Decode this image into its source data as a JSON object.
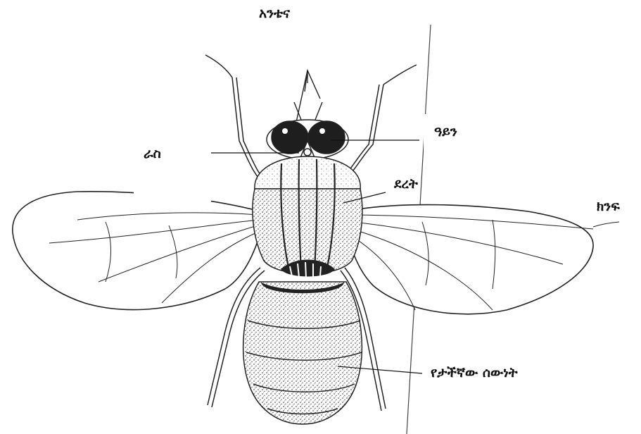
{
  "diagram": {
    "labels": {
      "antenna": "አንቴና",
      "eye": "ዓይን",
      "head": "ራስ",
      "thorax": "ደረት",
      "wing": "ክንፍ",
      "abdomen": "የታችኛው ሰውነት"
    }
  }
}
